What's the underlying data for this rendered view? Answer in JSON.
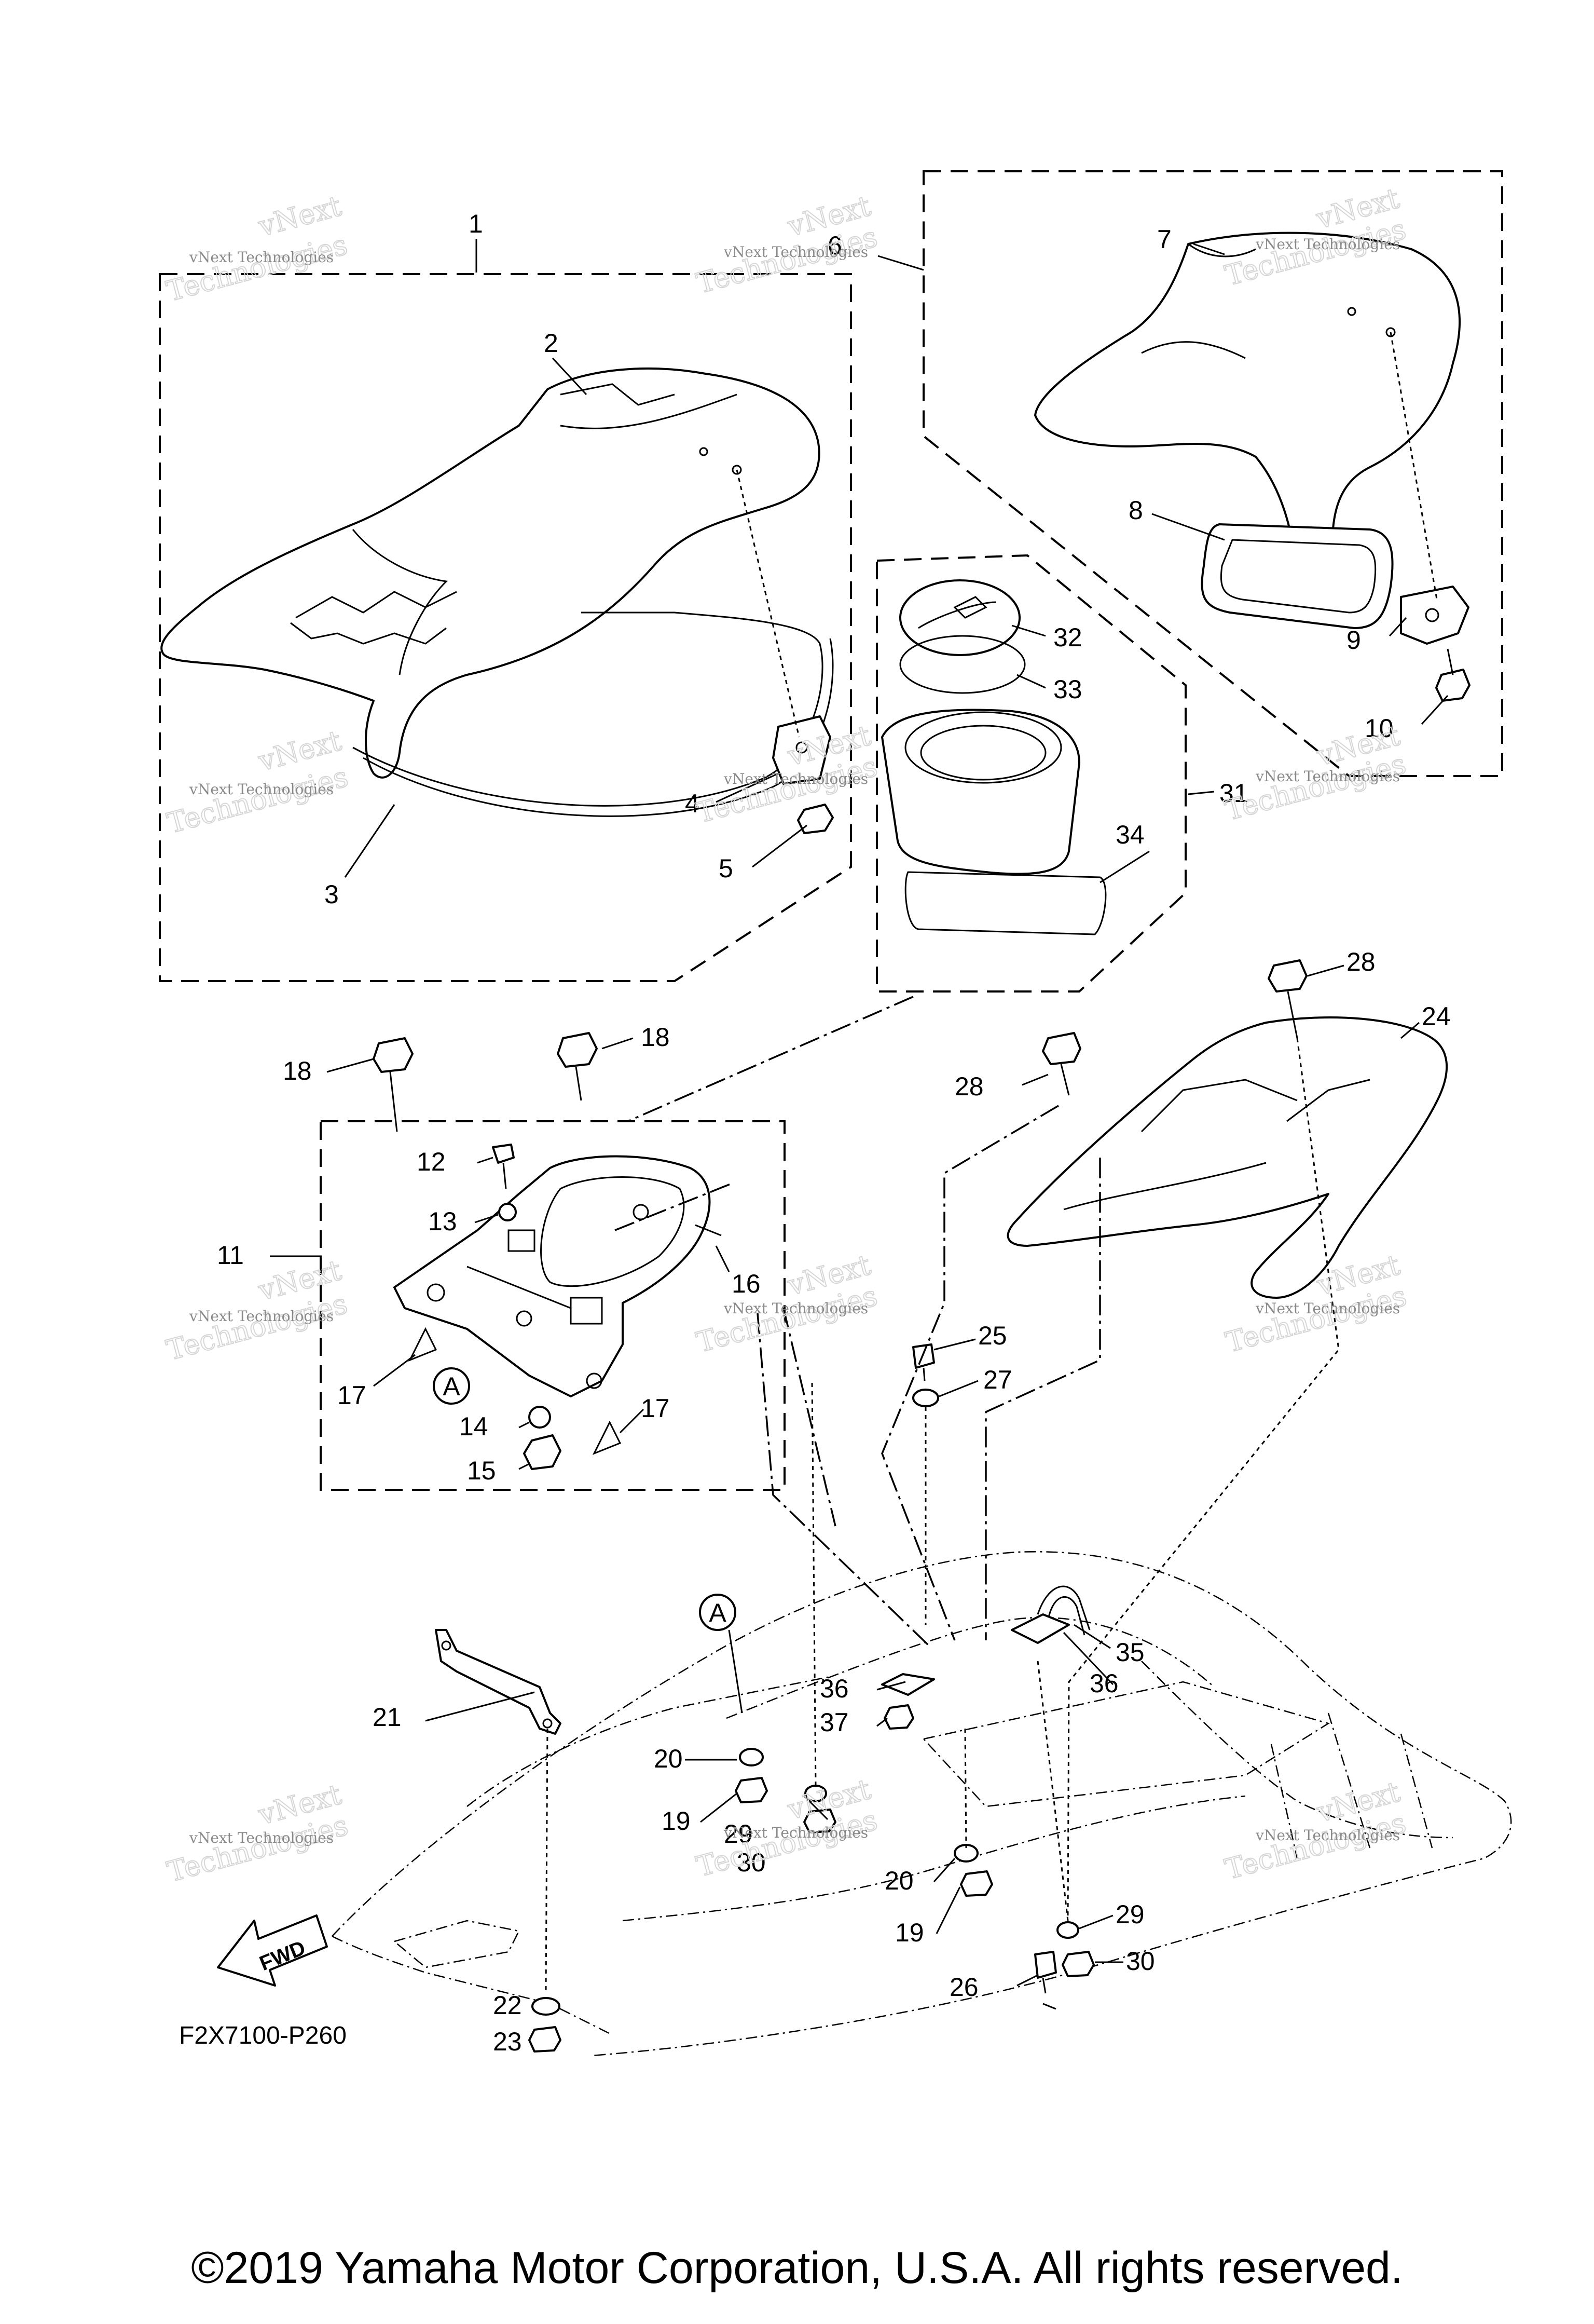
{
  "callouts": {
    "n1": "1",
    "n2": "2",
    "n3": "3",
    "n4": "4",
    "n5": "5",
    "n6": "6",
    "n7": "7",
    "n8": "8",
    "n9": "9",
    "n10": "10",
    "n11": "11",
    "n12": "12",
    "n13": "13",
    "n14": "14",
    "n15": "15",
    "n16": "16",
    "n17": "17",
    "n18": "18",
    "n19": "19",
    "n20": "20",
    "n21": "21",
    "n22": "22",
    "n23": "23",
    "n24": "24",
    "n25": "25",
    "n26": "26",
    "n27": "27",
    "n28": "28",
    "n29": "29",
    "n30": "30",
    "n31": "31",
    "n32": "32",
    "n33": "33",
    "n34": "34",
    "n35": "35",
    "n36": "36",
    "n37": "37",
    "refA": "A"
  },
  "watermark": {
    "line1": "vNext Technologies",
    "stamp": "Technologies",
    "top": "vNext"
  },
  "fwd_label": "FWD",
  "diagram_code": "F2X7100-P260",
  "copyright": "©2019 Yamaha Motor Corporation, U.S.A. All rights reserved."
}
